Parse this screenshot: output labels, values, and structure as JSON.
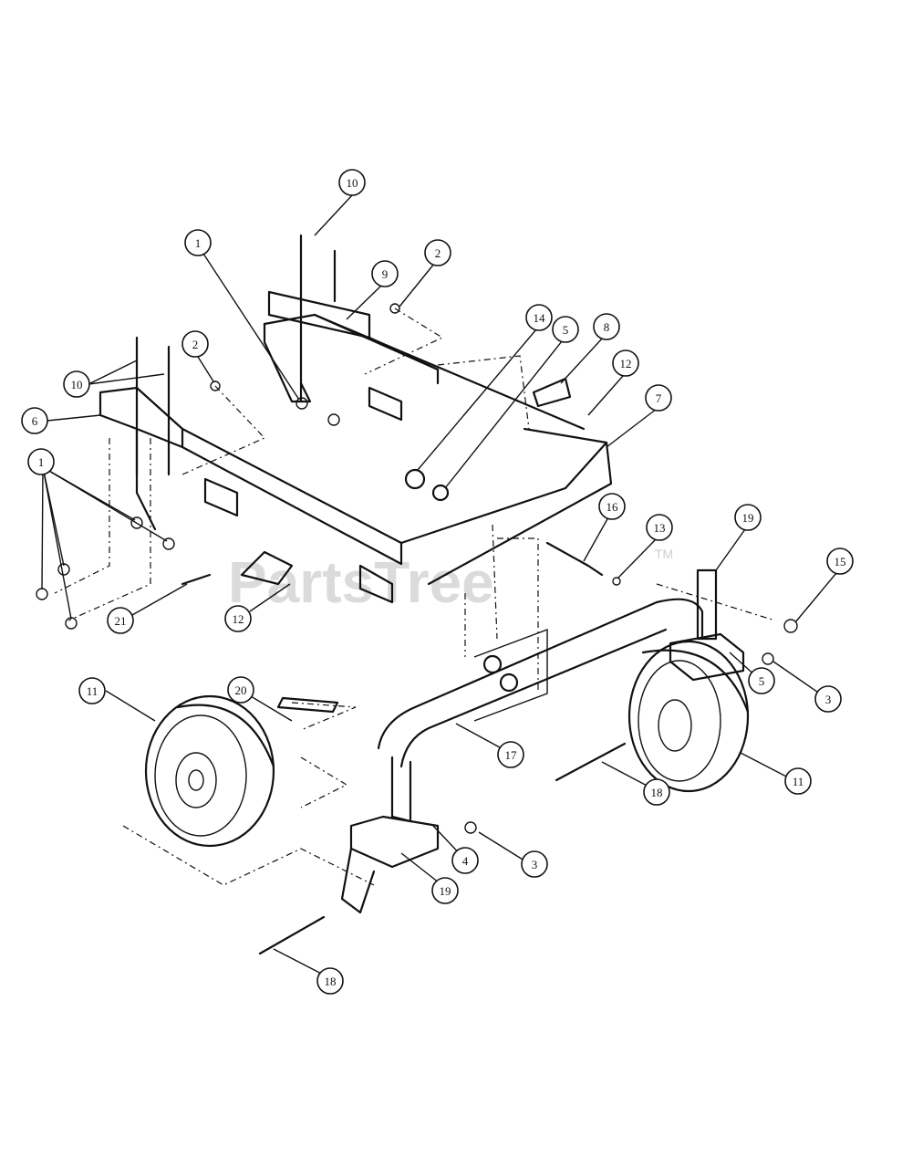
{
  "watermark": {
    "text": "PartsTree",
    "mark": "TM"
  },
  "callouts": [
    "1",
    "2",
    "3",
    "4",
    "5",
    "6",
    "7",
    "8",
    "9",
    "10",
    "11",
    "12",
    "13",
    "14",
    "15",
    "16",
    "17",
    "18",
    "19",
    "20",
    "21"
  ]
}
